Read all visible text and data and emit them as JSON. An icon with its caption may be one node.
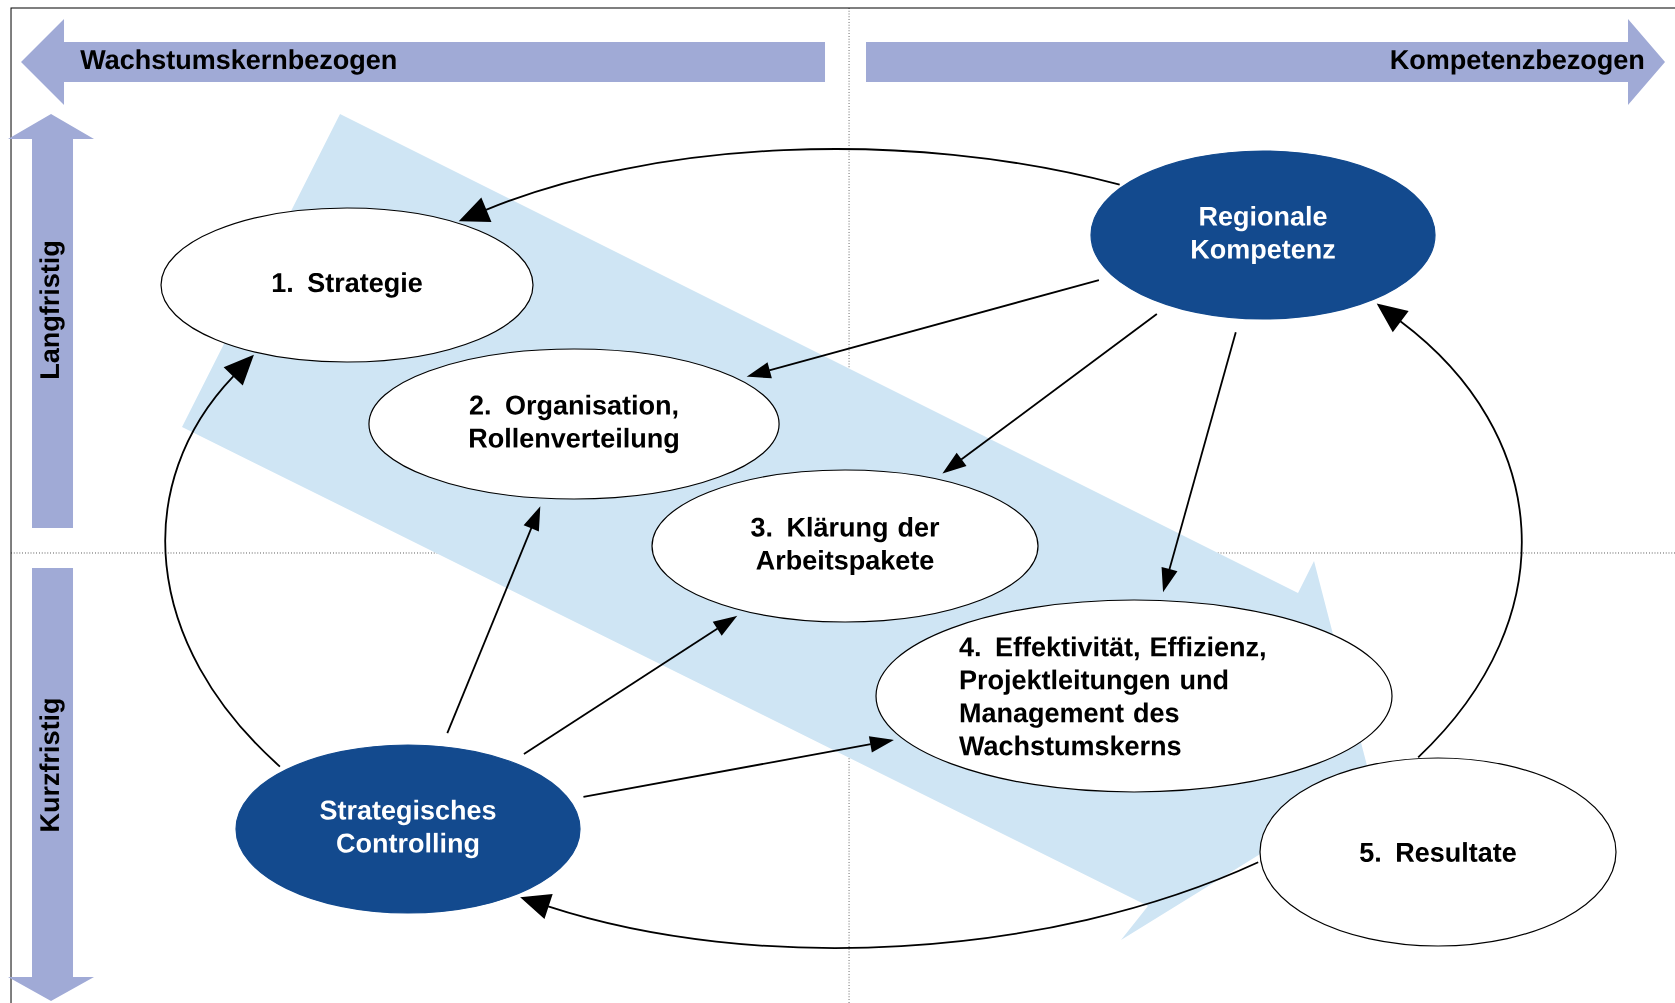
{
  "diagram": {
    "nodes": [
      {
        "text": [
          "1. Strategie"
        ]
      },
      {
        "text": [
          "2. Organisation, Rollenverteilung"
        ]
      },
      {
        "text": [
          "3. Klärung der Arbeitspakete"
        ]
      },
      {
        "text": [
          "4. Effektivität, Effizienz, Projektleitungen und Management des Wachstumskerns"
        ]
      },
      {
        "text": [
          "5. Resultate"
        ]
      },
      {
        "text": [
          "Strategisches Controlling"
        ]
      },
      {
        "text": [
          "Regionale Kompetenz"
        ]
      }
    ],
    "edges": [
      {
        "from": 6,
        "to": 0,
        "arrow": "to"
      },
      {
        "from": 5,
        "to": 0,
        "arrow": "to"
      },
      {
        "from": 4,
        "to": 5,
        "arrow": "to"
      },
      {
        "from": 4,
        "to": 6,
        "arrow": "to"
      },
      {
        "from": 6,
        "to": 1,
        "arrow": "to"
      },
      {
        "from": 6,
        "to": 2,
        "arrow": "to"
      },
      {
        "from": 6,
        "to": 3,
        "arrow": "to"
      },
      {
        "from": 5,
        "to": 1,
        "arrow": "to"
      },
      {
        "from": 5,
        "to": 2,
        "arrow": "to"
      },
      {
        "from": 5,
        "to": 3,
        "arrow": "to"
      }
    ],
    "labels": [
      "Wachstumskernbezogen",
      "Kompetenzbezogen",
      "Langfristig",
      "Kurzfristig"
    ]
  }
}
